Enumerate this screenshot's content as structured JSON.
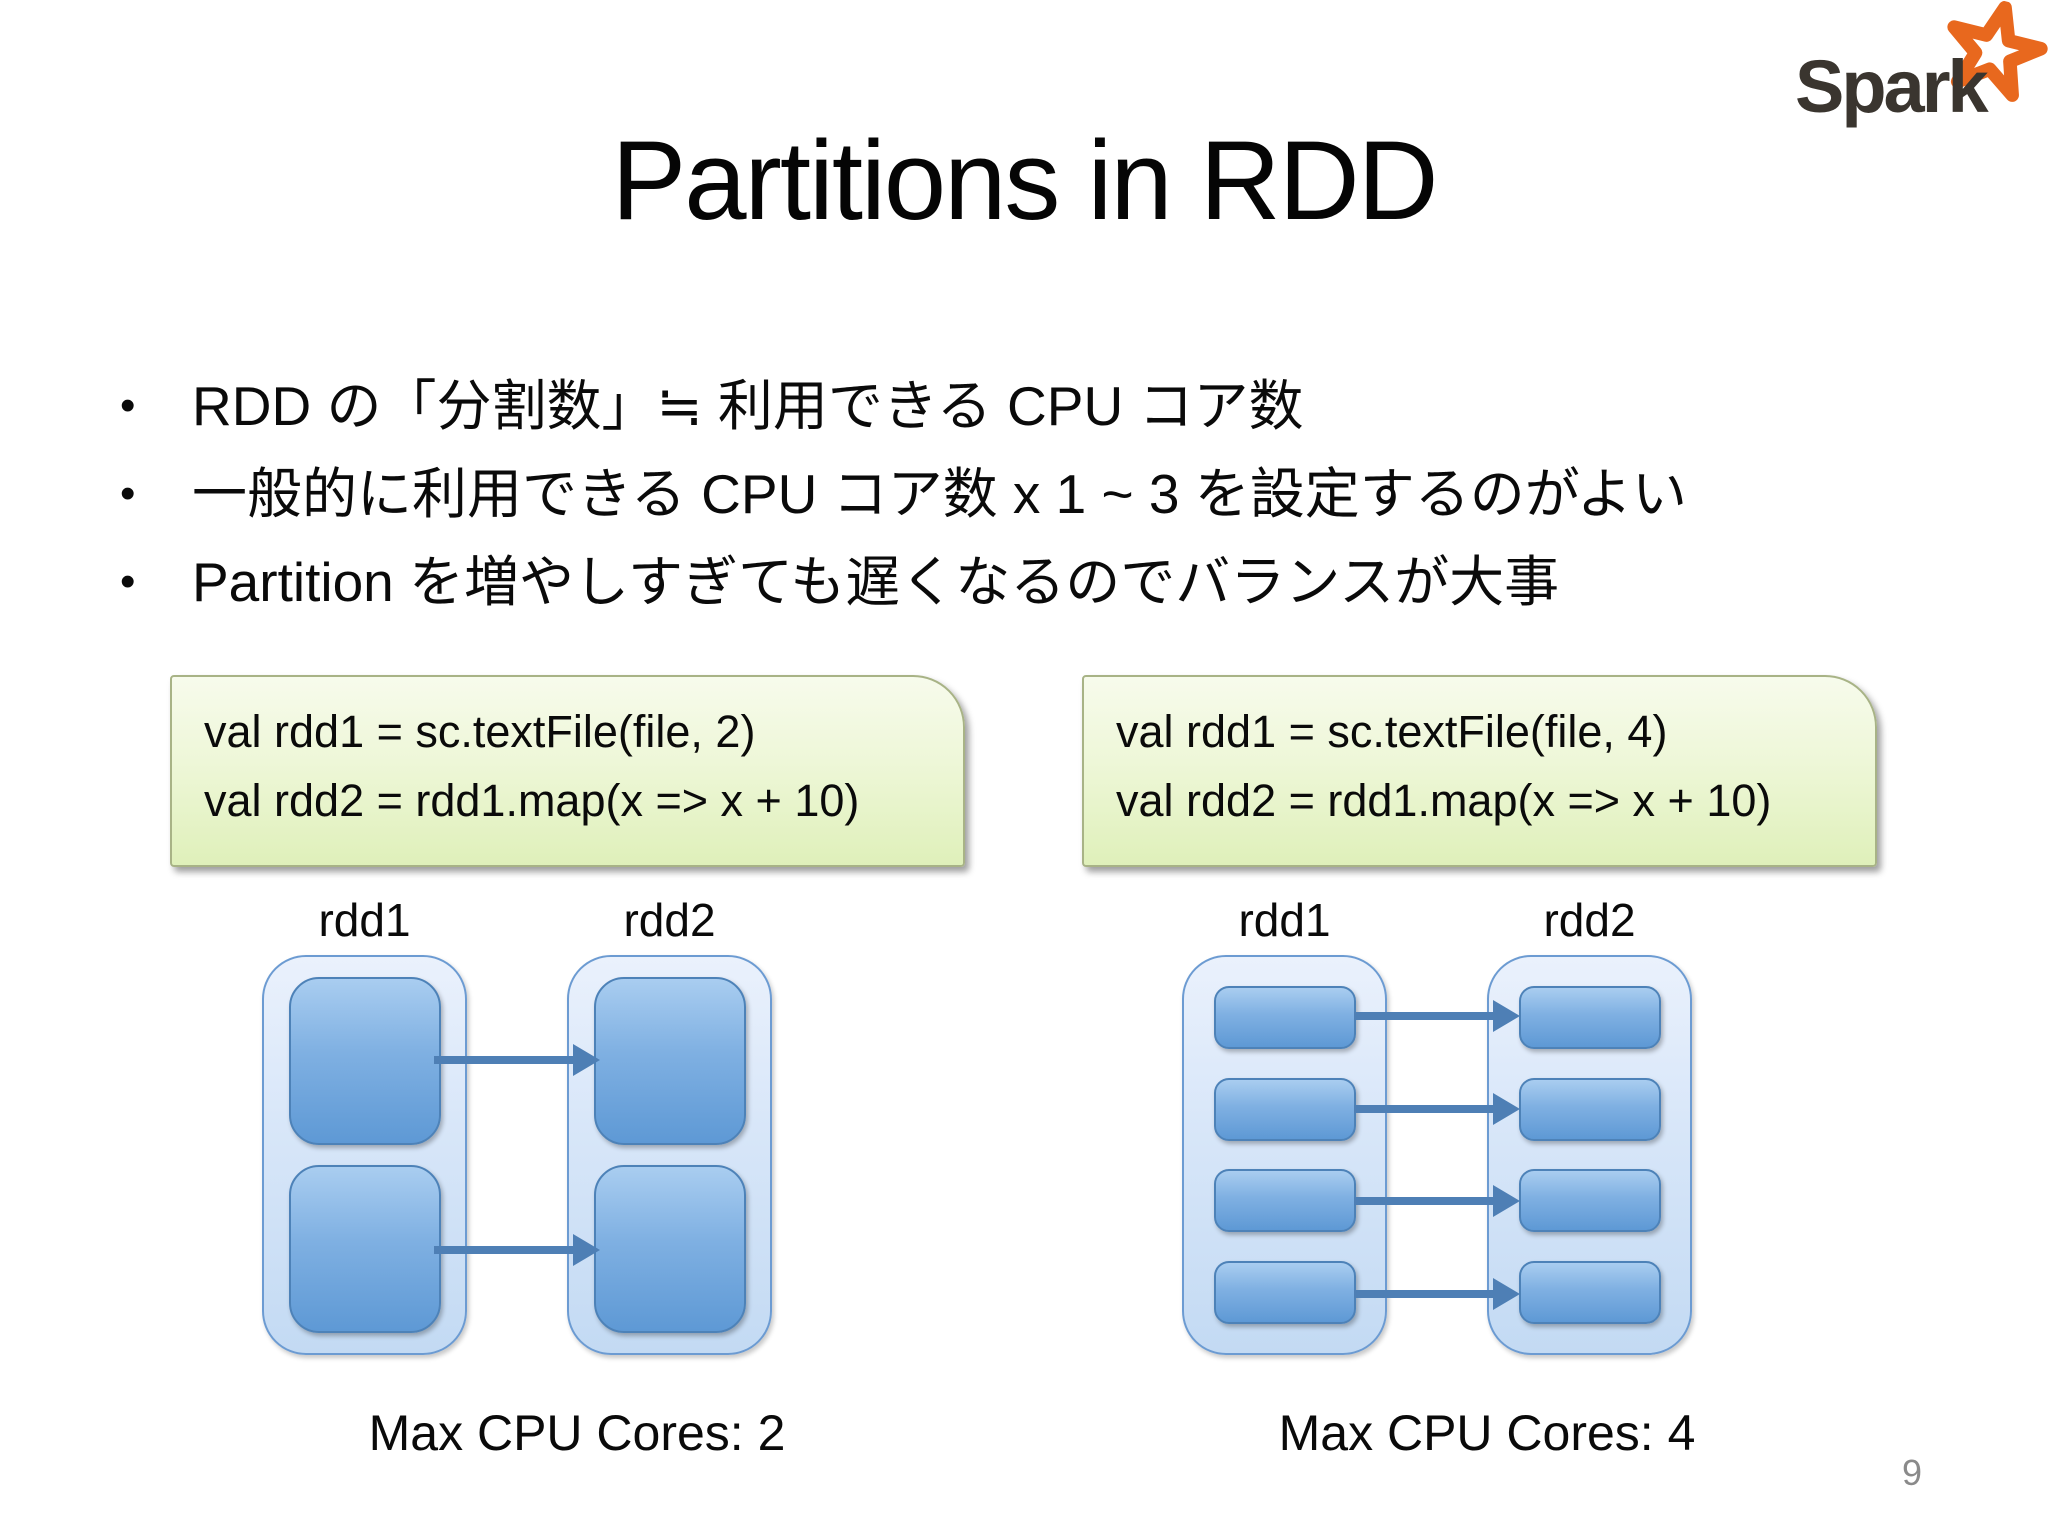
{
  "slide": {
    "title": "Partitions in RDD",
    "page_number": "9"
  },
  "logo": {
    "text": "Spark",
    "star_color": "#E8681E",
    "text_color": "#3A352F"
  },
  "bullets": [
    "RDD の「分割数」≒ 利用できる CPU コア数",
    "一般的に利用できる CPU コア数 x 1 ~ 3 を設定するのがよい",
    "Partition を増やしすぎても遅くなるのでバランスが大事"
  ],
  "examples": [
    {
      "code": [
        "val rdd1 = sc.textFile(file, 2)",
        "val rdd2 = rdd1.map(x => x + 10)"
      ],
      "rdd_labels": [
        "rdd1",
        "rdd2"
      ],
      "partitions": 2,
      "caption": "Max CPU Cores: 2"
    },
    {
      "code": [
        "val rdd1 = sc.textFile(file, 4)",
        "val rdd2 = rdd1.map(x => x + 10)"
      ],
      "rdd_labels": [
        "rdd1",
        "rdd2"
      ],
      "partitions": 4,
      "caption": "Max CPU Cores: 4"
    }
  ],
  "colors": {
    "code_box_bg_top": "#f7fbec",
    "code_box_bg_bottom": "#dff0ba",
    "code_box_border": "#a8b386",
    "container_bg_top": "#eaf1fc",
    "container_bg_bottom": "#c3daf3",
    "container_border": "#6c9bd2",
    "cell_bg_top": "#a9cdf0",
    "cell_bg_bottom": "#5e99d5",
    "cell_border": "#4d82b8",
    "arrow": "#4e7fb5"
  }
}
